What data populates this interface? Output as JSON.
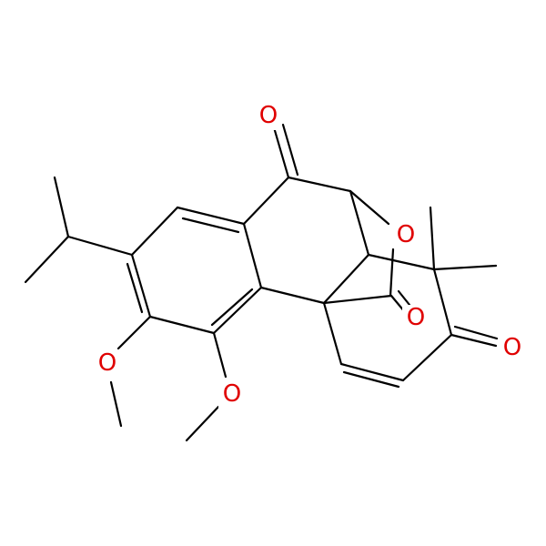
{
  "colors": {
    "background": "#ffffff",
    "carbon_bond": "#000000",
    "oxygen": "#e00000"
  },
  "atoms": {
    "o_top": "O",
    "o_bridge": "O",
    "o_lactone": "O",
    "o_right": "O",
    "o_methoxy_a": "O",
    "o_methoxy_b": "O"
  }
}
